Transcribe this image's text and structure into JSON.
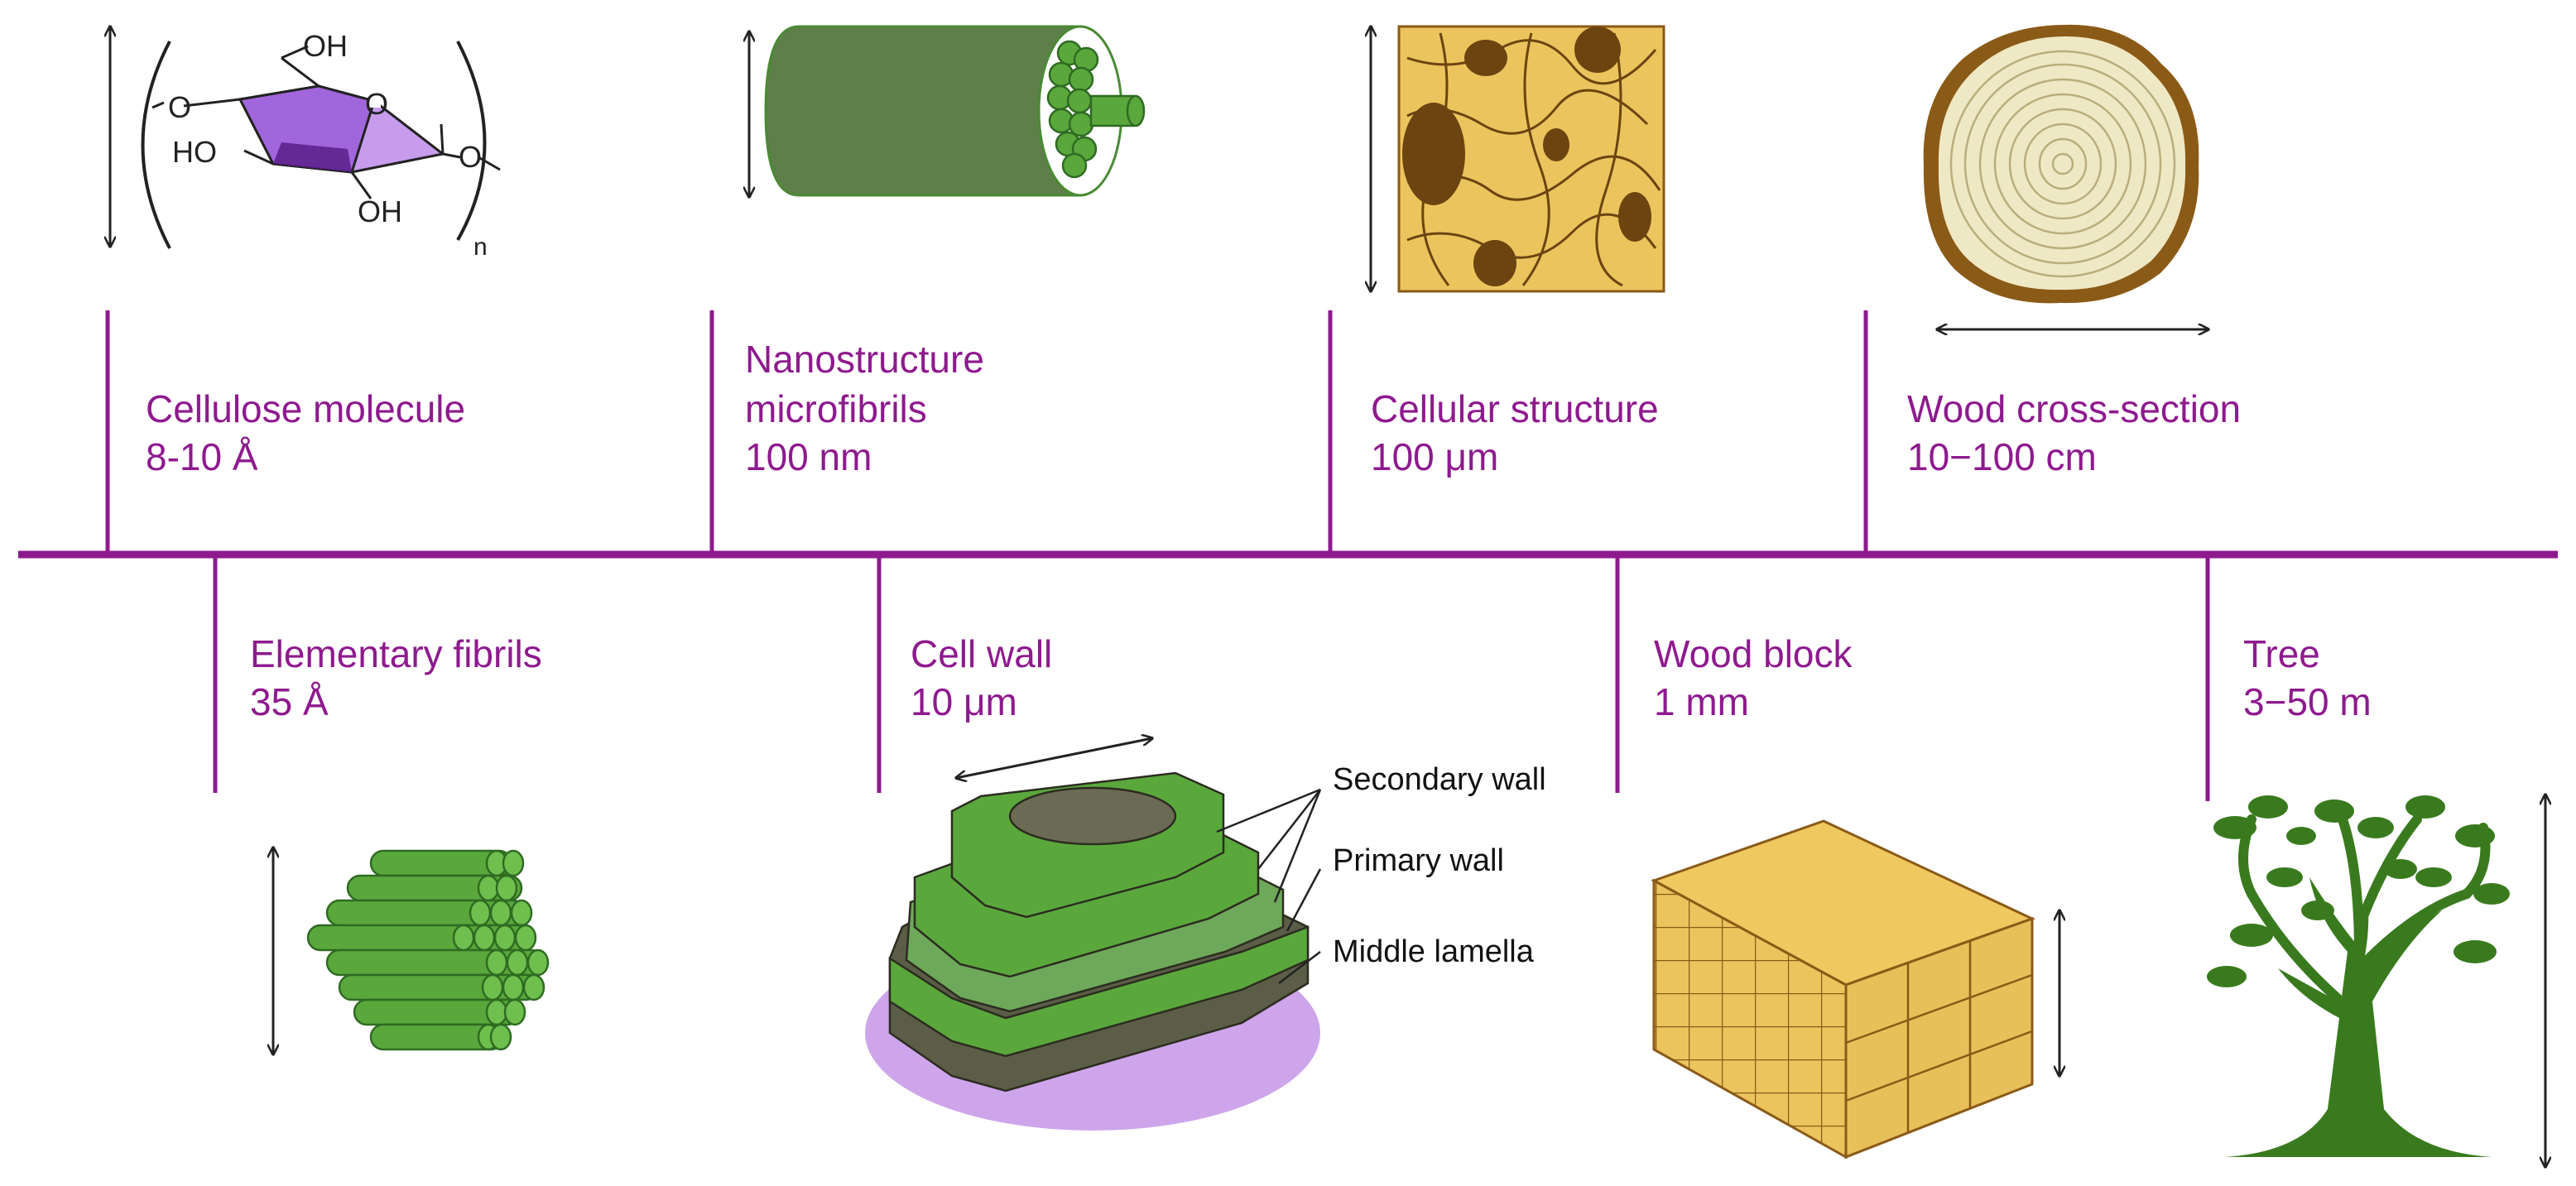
{
  "colors": {
    "purple": "#8e1a8e",
    "green": "#5aa83c",
    "dark_green": "#3c6b27",
    "wood": "#ecc45e",
    "wood_dark": "#6b4410",
    "lavender": "#c99be9"
  },
  "stages": {
    "cellulose": {
      "title": "Cellulose molecule",
      "size": "8-10 Å"
    },
    "nanostructure": {
      "title_line1": "Nanostructure",
      "title_line2": "microfibrils",
      "size": "100 nm"
    },
    "cellular": {
      "title": "Cellular structure",
      "size": "100 μm"
    },
    "cross_section": {
      "title": "Wood cross-section",
      "size": "10−100 cm"
    },
    "elementary": {
      "title": "Elementary fibrils",
      "size": "35 Å"
    },
    "cell_wall": {
      "title": "Cell wall",
      "size": "10 μm"
    },
    "wood_block": {
      "title": "Wood block",
      "size": "1 mm"
    },
    "tree": {
      "title": "Tree",
      "size": "3−50 m"
    }
  },
  "cell_wall_labels": {
    "secondary": "Secondary wall",
    "primary": "Primary wall",
    "middle": "Middle  lamella"
  },
  "chemistry": {
    "oh_top": "OH",
    "ho_left": "HO",
    "oh_bottom": "OH",
    "o_left": "O",
    "o_ring": "O",
    "o_right": "O",
    "subscript": "n"
  }
}
